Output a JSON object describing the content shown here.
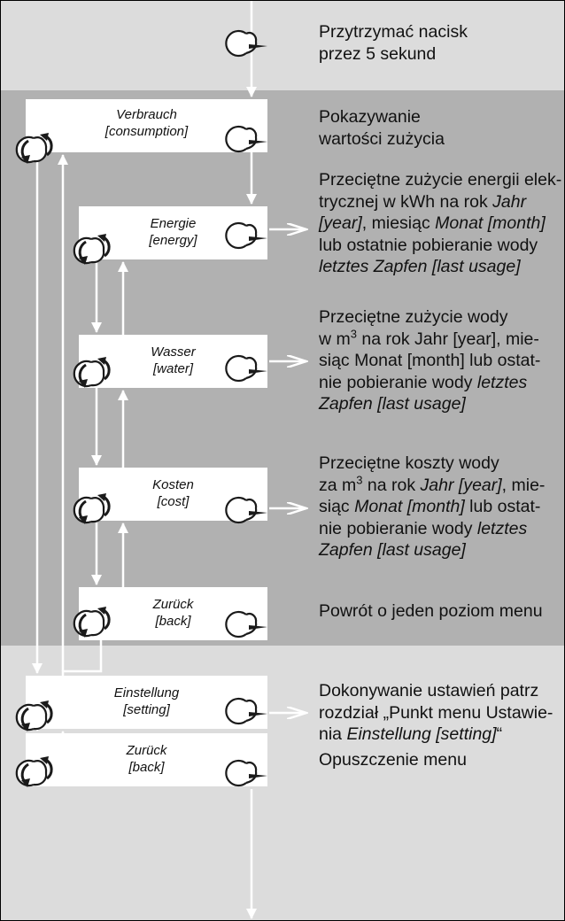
{
  "nodes": {
    "verbrauch": {
      "name": "Verbrauch",
      "translation": "[consumption]"
    },
    "energie": {
      "name": "Energie",
      "translation": "[energy]"
    },
    "wasser": {
      "name": "Wasser",
      "translation": "[water]"
    },
    "kosten": {
      "name": "Kosten",
      "translation": "[cost]"
    },
    "zurueck_inner": {
      "name": "Zurück",
      "translation": "[back]"
    },
    "einstellung": {
      "name": "Einstellung",
      "translation": "[setting]"
    },
    "zurueck_outer": {
      "name": "Zurück",
      "translation": "[back]"
    }
  },
  "descriptions": {
    "hold": {
      "l1": "Przytrzymać nacisk",
      "l2": "przez 5 sekund"
    },
    "consumption": {
      "l1": "Pokazywanie",
      "l2": "wartości zużycia"
    },
    "energy": {
      "l1": "Przeciętne zużycie energii elek-",
      "l2a": "trycznej w kWh na rok ",
      "l2b": "Jahr",
      "l3a": "[year]",
      "l3b": ", miesiąc ",
      "l3c": "Monat [month]",
      "l4": "lub ostatnie pobieranie wody",
      "l5": "letztes Zapfen [last usage]"
    },
    "water": {
      "l1": "Przeciętne zużycie wody",
      "l2a": "w m",
      "l2sup": "3",
      "l2b": " na rok Jahr [year], mie-",
      "l3": "siąc Monat [month] lub ostat-",
      "l4a": "nie pobieranie wody ",
      "l4b": "letztes",
      "l5": "Zapfen [last usage]"
    },
    "cost": {
      "l1": "Przeciętne koszty wody",
      "l2a": "za m",
      "l2sup": "3",
      "l2b": " na rok ",
      "l2c": "Jahr [year]",
      "l2d": ", mie-",
      "l3a": "siąc ",
      "l3b": "Monat [month]",
      "l3c": " lub ostat-",
      "l4a": "nie pobieranie wody ",
      "l4b": "letztes",
      "l5": "Zapfen [last usage]"
    },
    "back_inner": {
      "l1": "Powrót o jeden poziom menu"
    },
    "setting": {
      "l1": "Dokonywanie ustawień patrz",
      "l2": "rozdział „Punkt menu Ustawie-",
      "l3a": "nia ",
      "l3b": "Einstellung [setting]",
      "l3c": "“"
    },
    "back_outer": {
      "l1": "Opuszczenie menu"
    }
  },
  "colors": {
    "band_light": "#dcdcdc",
    "band_dark": "#b1b1b1",
    "node_fill": "#ffffff",
    "line": "#ffffff",
    "stroke": "#1a1a1a"
  },
  "icons": {
    "knob_push": "knob-push-icon",
    "knob_rotate": "knob-rotate-icon"
  }
}
